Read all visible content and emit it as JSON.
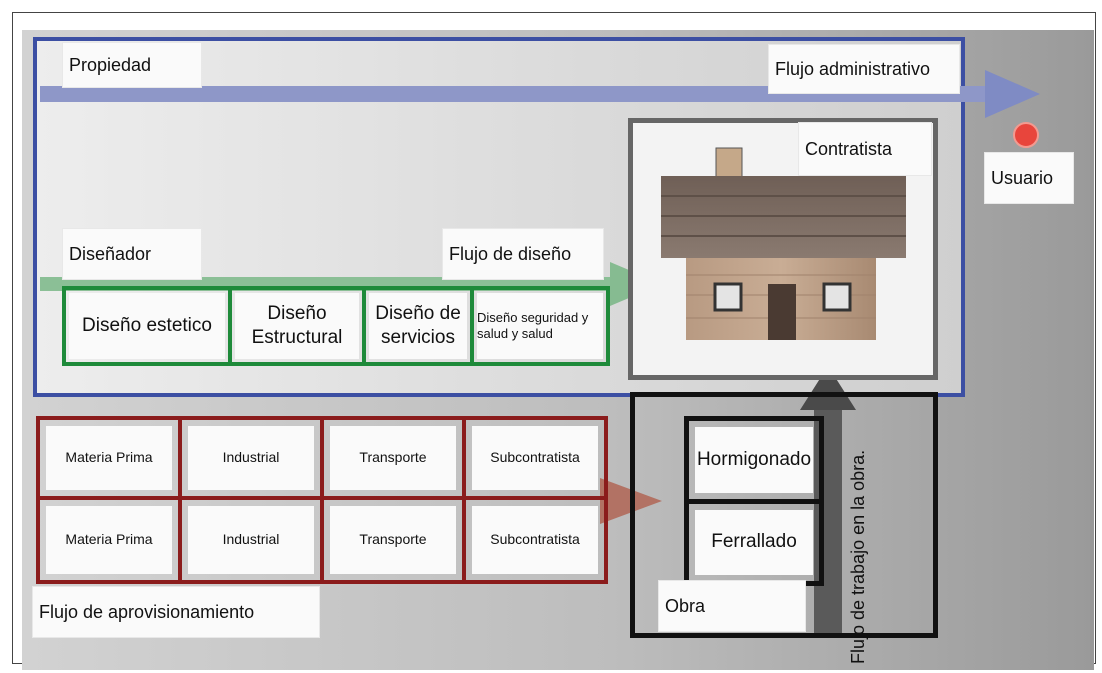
{
  "labels": {
    "propiedad": "Propiedad",
    "flujo_administrativo": "Flujo administrativo",
    "contratista": "Contratista",
    "usuario": "Usuario",
    "disenador": "Diseñador",
    "flujo_diseno": "Flujo de diseño",
    "flujo_aprovisionamiento": "Flujo de aprovisionamiento",
    "obra": "Obra",
    "flujo_trabajo": "Flujo de trabajo en la obra."
  },
  "design_cells": [
    "Diseño estetico",
    "Diseño Estructural",
    "Diseño de servicios",
    "Diseño seguridad y salud y salud"
  ],
  "supply_row_1": [
    "Materia Prima",
    "Industrial",
    "Transporte",
    "Subcontratista"
  ],
  "supply_row_2": [
    "Materia Prima",
    "Industrial",
    "Transporte",
    "Subcontratista"
  ],
  "site_cells": [
    "Hormigonado",
    "Ferrallado"
  ],
  "colors": {
    "admin_flow": "#3c4fa3",
    "design_flow": "#1e8a3a",
    "supply_flow": "#8b1c1c",
    "site_frame": "#111111",
    "contractor_frame": "#666666",
    "user_marker": "#e8453c"
  }
}
